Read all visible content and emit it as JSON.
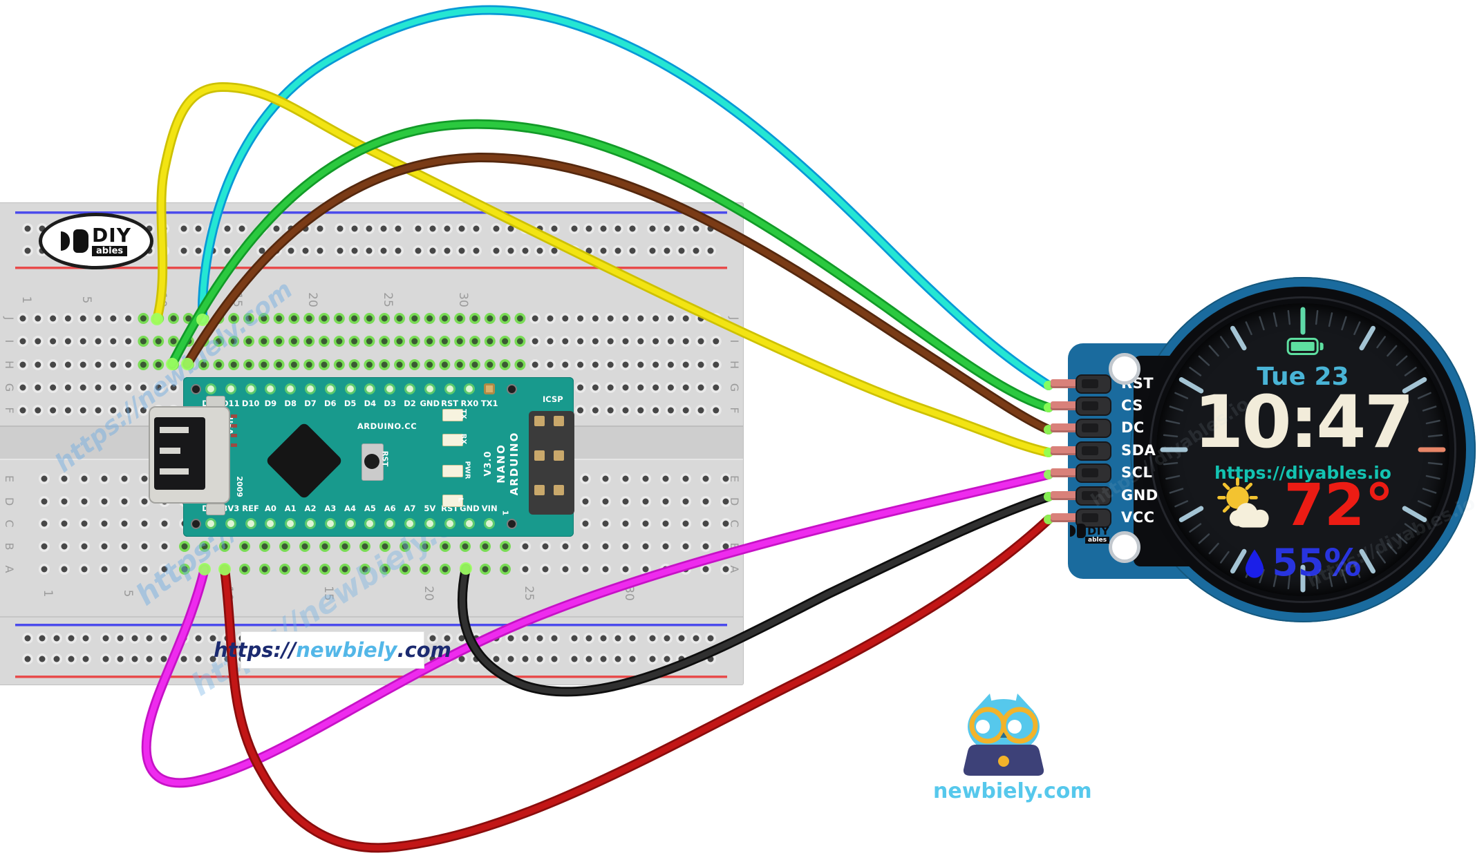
{
  "breadboard": {
    "brand": {
      "diy": "DIY",
      "ables": "ables"
    },
    "column_labels": [
      "1",
      "5",
      "10",
      "15",
      "20",
      "25",
      "30"
    ],
    "row_labels_top": [
      "J",
      "I",
      "H",
      "G",
      "F"
    ],
    "row_labels_bottom": [
      "E",
      "D",
      "C",
      "B",
      "A"
    ],
    "rail_blue": "#4b4bec",
    "rail_red": "#e84b4b"
  },
  "watermarks": {
    "newbiely": "https://newbiely.com",
    "diyables": "https://diyables.io"
  },
  "url_label": {
    "protocol": "https://",
    "site": "newbiely",
    "tld": ".com",
    "protocol_color": "#1b2a70",
    "site_color": "#53b7e8"
  },
  "owl_logo": {
    "caption": "newbiely.com"
  },
  "arduino": {
    "top_pins": [
      "D12",
      "D11",
      "D10",
      "D9",
      "D8",
      "D7",
      "D6",
      "D5",
      "D4",
      "D3",
      "D2",
      "GND",
      "RST",
      "RX0",
      "TX1"
    ],
    "bottom_pins": [
      "D13",
      "3V3",
      "REF",
      "A0",
      "A1",
      "A2",
      "A3",
      "A4",
      "A5",
      "A6",
      "A7",
      "5V",
      "RST",
      "GND",
      "VIN"
    ],
    "brand_text": "ARDUINO.CC",
    "model_lines": [
      "ARDUINO",
      "NANO",
      "V3.0"
    ],
    "usa": "USA",
    "year": "2009",
    "icsp_label": "ICSP",
    "reset_label": "RST",
    "led_labels": [
      "TX",
      "RX",
      "PWR",
      "L"
    ],
    "pin1_label": "1",
    "board_color": "#189a8d"
  },
  "display_module": {
    "pins": [
      "RST",
      "CS",
      "DC",
      "SDA",
      "SCL",
      "GND",
      "VCC"
    ],
    "brand": {
      "diy": "DIY",
      "ables": "ables"
    },
    "pcb_color": "#1a6b9e",
    "watch": {
      "date": "Tue 23",
      "time": "10:47",
      "url": "https://diyables.io",
      "temperature": "72°",
      "humidity": "55%",
      "colors": {
        "date": "#49b4d6",
        "time": "#f2ecda",
        "url": "#13c3b2",
        "temperature": "#ec1c14",
        "humidity": "#2834de",
        "battery": "#5edfa0",
        "tick_major": "#a4c4d4",
        "tick_top": "#5fd9a8",
        "tick_right": "#e88668",
        "tick_minor": "#3b434b"
      }
    }
  },
  "wires": [
    {
      "id": "cyan",
      "display_pin": "RST",
      "core": "#25e6d3",
      "outline": "#0899d6"
    },
    {
      "id": "yellow",
      "display_pin": "SDA",
      "core": "#f2e413",
      "outline": "#cdc104"
    },
    {
      "id": "brown",
      "display_pin": "DC",
      "core": "#7a3b16",
      "outline": "#55280e"
    },
    {
      "id": "green",
      "display_pin": "CS",
      "core": "#2bc93f",
      "outline": "#129a28"
    },
    {
      "id": "magenta",
      "display_pin": "SCL",
      "core": "#ee2bee",
      "outline": "#c612c6"
    },
    {
      "id": "black",
      "display_pin": "GND",
      "core": "#303030",
      "outline": "#0e0e0e"
    },
    {
      "id": "red",
      "display_pin": "VCC",
      "core": "#c21616",
      "outline": "#8a0d0d"
    }
  ]
}
